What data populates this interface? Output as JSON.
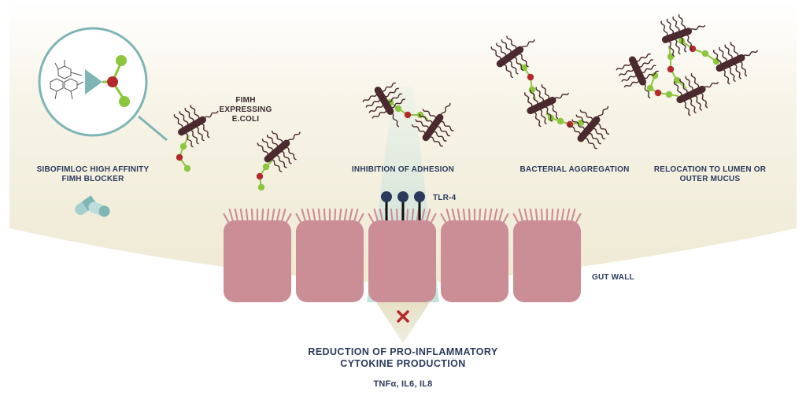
{
  "labels": {
    "blocker": [
      "SIBOFIMLOC HIGH AFFINITY",
      "FIMH BLOCKER"
    ],
    "expressing": [
      "FIMH",
      "EXPRESSING",
      "E.COLI"
    ],
    "inhibition": "INHIBITION OF ADHESION",
    "aggregation": "BACTERIAL AGGREGATION",
    "relocation": [
      "RELOCATION TO LUMEN OR",
      "OUTER MUCUS"
    ],
    "tlr4": "TLR-4",
    "gut_wall": "GUT WALL",
    "reduction": [
      "REDUCTION OF PRO-INFLAMMATORY",
      "CYTOKINE PRODUCTION"
    ],
    "cytokines": "TNFα, IL6, IL8"
  },
  "colors": {
    "background_band": "#f3efdd",
    "cell": "#cc8e96",
    "cilia": "#cc8e96",
    "bacteria": "#4a2a2e",
    "green_bead": "#8cc63f",
    "red_bead": "#b5292e",
    "teal": "#7fb5b5",
    "receptor": "#2b3a5c",
    "label": "#2b3a5c",
    "cross": "#b5292e"
  },
  "icons": [
    "magnifier-icon",
    "capsule-icon",
    "cross-icon",
    "molecule-icon"
  ]
}
